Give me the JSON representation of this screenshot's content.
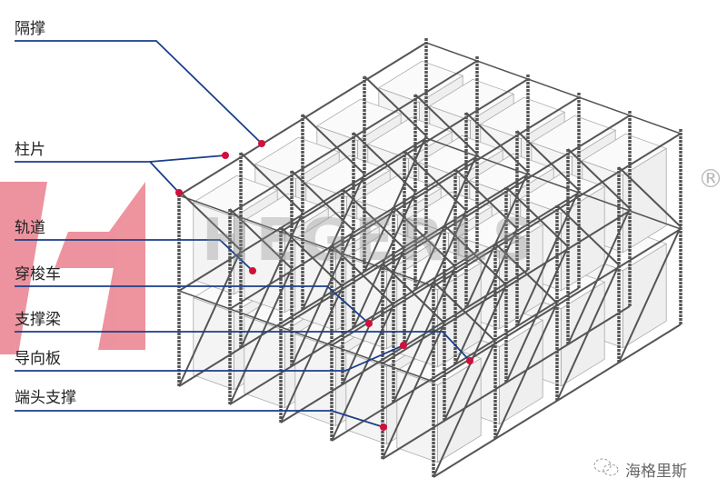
{
  "labels": [
    {
      "id": "gecheng",
      "text": "隔撑"
    },
    {
      "id": "zhupian",
      "text": "柱片"
    },
    {
      "id": "guidao",
      "text": "轨道"
    },
    {
      "id": "chuansuoche",
      "text": "穿梭车"
    },
    {
      "id": "zhichengliang",
      "text": "支撑梁"
    },
    {
      "id": "daoxiangban",
      "text": "导向板"
    },
    {
      "id": "duantouzhicheng",
      "text": "端头支撑"
    }
  ],
  "watermark": {
    "logo_text": "HEGERLS",
    "registered": "®"
  },
  "footer": {
    "icon": "wechat-icon",
    "account": "海格里斯"
  },
  "colors": {
    "leader": "#1a3f8a",
    "dot": "#d0103a",
    "logo": "#e8707f",
    "rack": "#555555"
  }
}
